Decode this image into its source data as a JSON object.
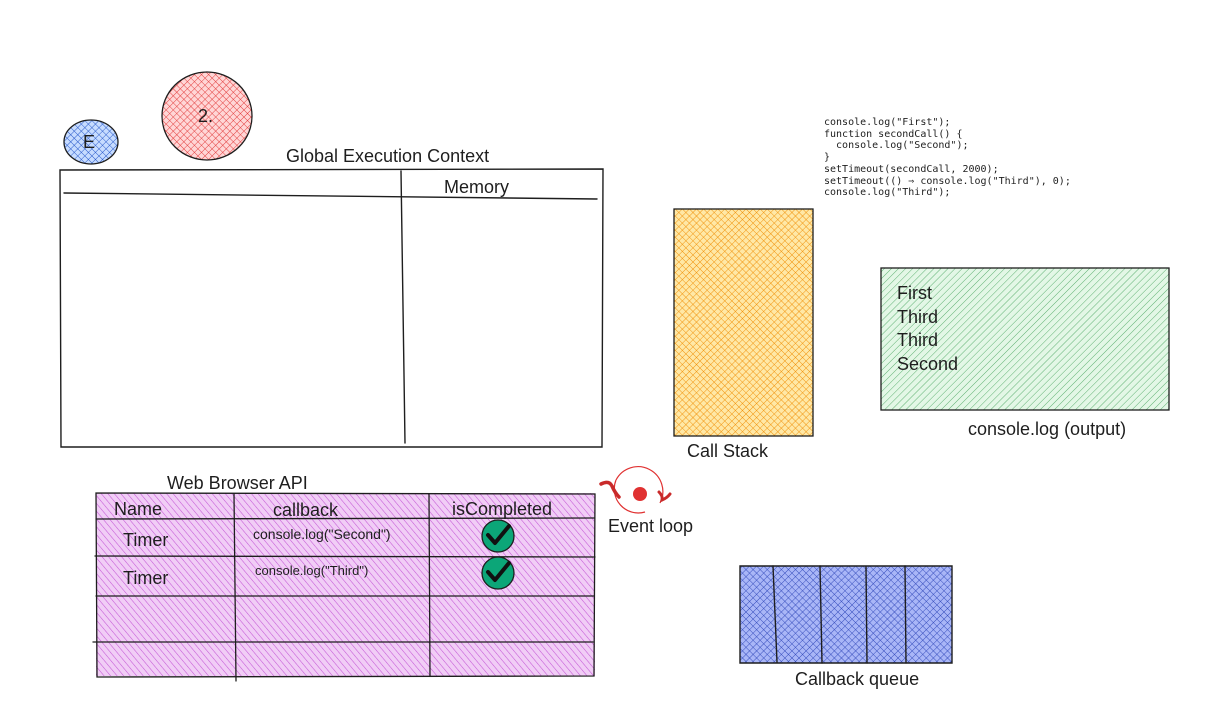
{
  "diagram": {
    "circles": {
      "e_label": "E",
      "two_label": "2."
    },
    "global_execution_context": {
      "title": "Global Execution Context",
      "memory_header": "Memory"
    },
    "code": {
      "lines": [
        "console.log(\"First\");",
        "function secondCall() {",
        "  console.log(\"Second\");",
        "}",
        "setTimeout(secondCall, 2000);",
        "setTimeout(() ⇒ console.log(\"Third\"), 0);",
        "console.log(\"Third\");"
      ]
    },
    "call_stack": {
      "label": "Call Stack"
    },
    "console_output": {
      "label": "console.log (output)",
      "lines": [
        "First",
        "Third",
        "Third",
        "Second"
      ]
    },
    "web_browser_api": {
      "title": "Web Browser API",
      "headers": [
        "Name",
        "callback",
        "isCompleted"
      ],
      "rows": [
        {
          "name": "Timer",
          "callback": "console.log(\"Second\")",
          "completed_icon": "check-circle-icon"
        },
        {
          "name": "Timer",
          "callback": "console.log(\"Third\")",
          "completed_icon": "check-circle-icon"
        }
      ]
    },
    "event_loop": {
      "label": "Event loop"
    },
    "callback_queue": {
      "label": "Callback queue"
    },
    "colors": {
      "stroke": "#1e1e1e",
      "red_fill": "#ffc9c9",
      "red_hatch": "#e03131",
      "blue_fill": "#a5d8ff",
      "blue_hatch": "#1971c2",
      "yellow_fill": "#ffec99",
      "yellow_hatch": "#f08c00",
      "green_fill": "#b2f2bb",
      "green_hatch": "#2f9e44",
      "purple_fill": "#eebefa",
      "purple_hatch": "#be4bdb",
      "queue_fill": "#a5b4fc",
      "queue_hatch": "#364fc7",
      "check_fill": "#0ca678"
    }
  }
}
